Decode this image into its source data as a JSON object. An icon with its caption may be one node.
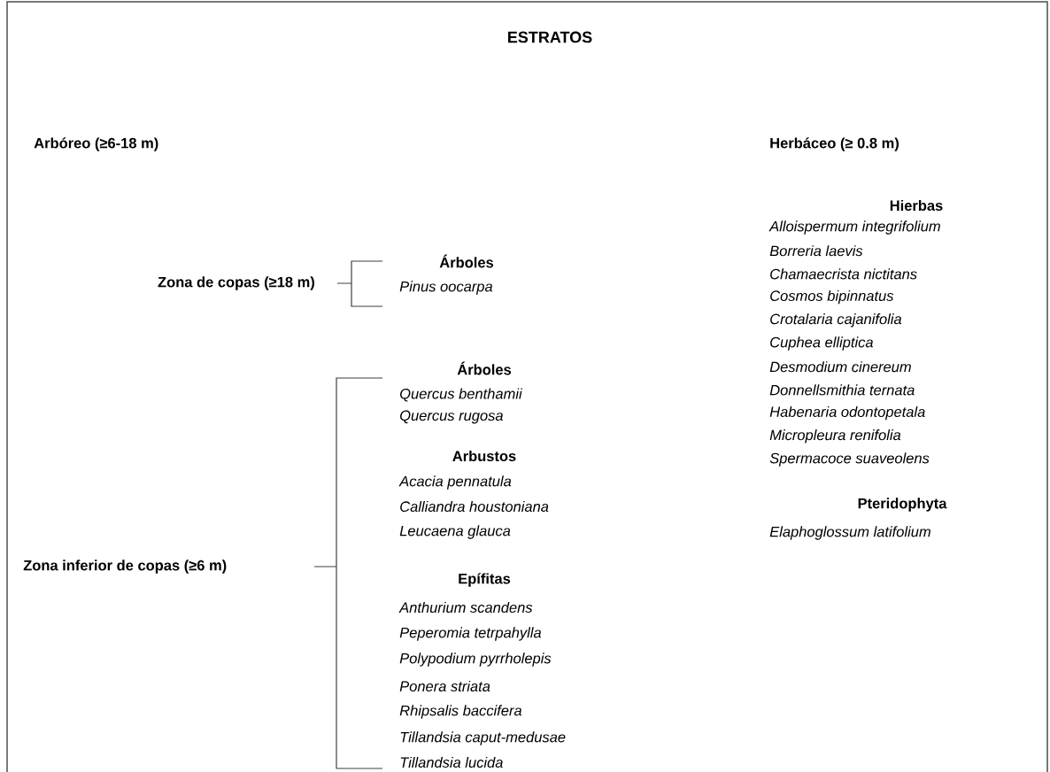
{
  "diagram": {
    "title": "ESTRATOS",
    "labels": [
      "Arbóreo (≥6-18 m)",
      "Herbáceo (≥ 0.8 m)",
      "Zona de copas (≥18 m)",
      "Árboles",
      "Pinus oocarpa",
      "Zona inferior de copas (≥6 m)",
      "Árboles",
      "Quercus benthamii",
      "Quercus rugosa",
      "Arbustos",
      "Acacia pennatula",
      "Calliandra houstoniana",
      "Leucaena glauca",
      "Epífitas",
      "Anthurium scandens",
      "Peperomia tetrpahylla",
      "Polypodium pyrrholepis",
      "Ponera striata",
      "Rhipsalis baccifera",
      "Tillandsia caput-medusae",
      "Tillandsia lucida",
      "Hierbas",
      "Alloispermum integrifolium",
      "Borreria laevis",
      "Chamaecrista nictitans",
      "Cosmos bipinnatus",
      "Crotalaria cajanifolia",
      "Cuphea elliptica",
      "Desmodium cinereum",
      "Donnellsmithia ternata",
      "Habenaria odontopetala",
      "Micropleura renifolia",
      "Spermacoce suaveolens",
      "Pteridophyta",
      "Elaphoglossum latifolium"
    ]
  }
}
